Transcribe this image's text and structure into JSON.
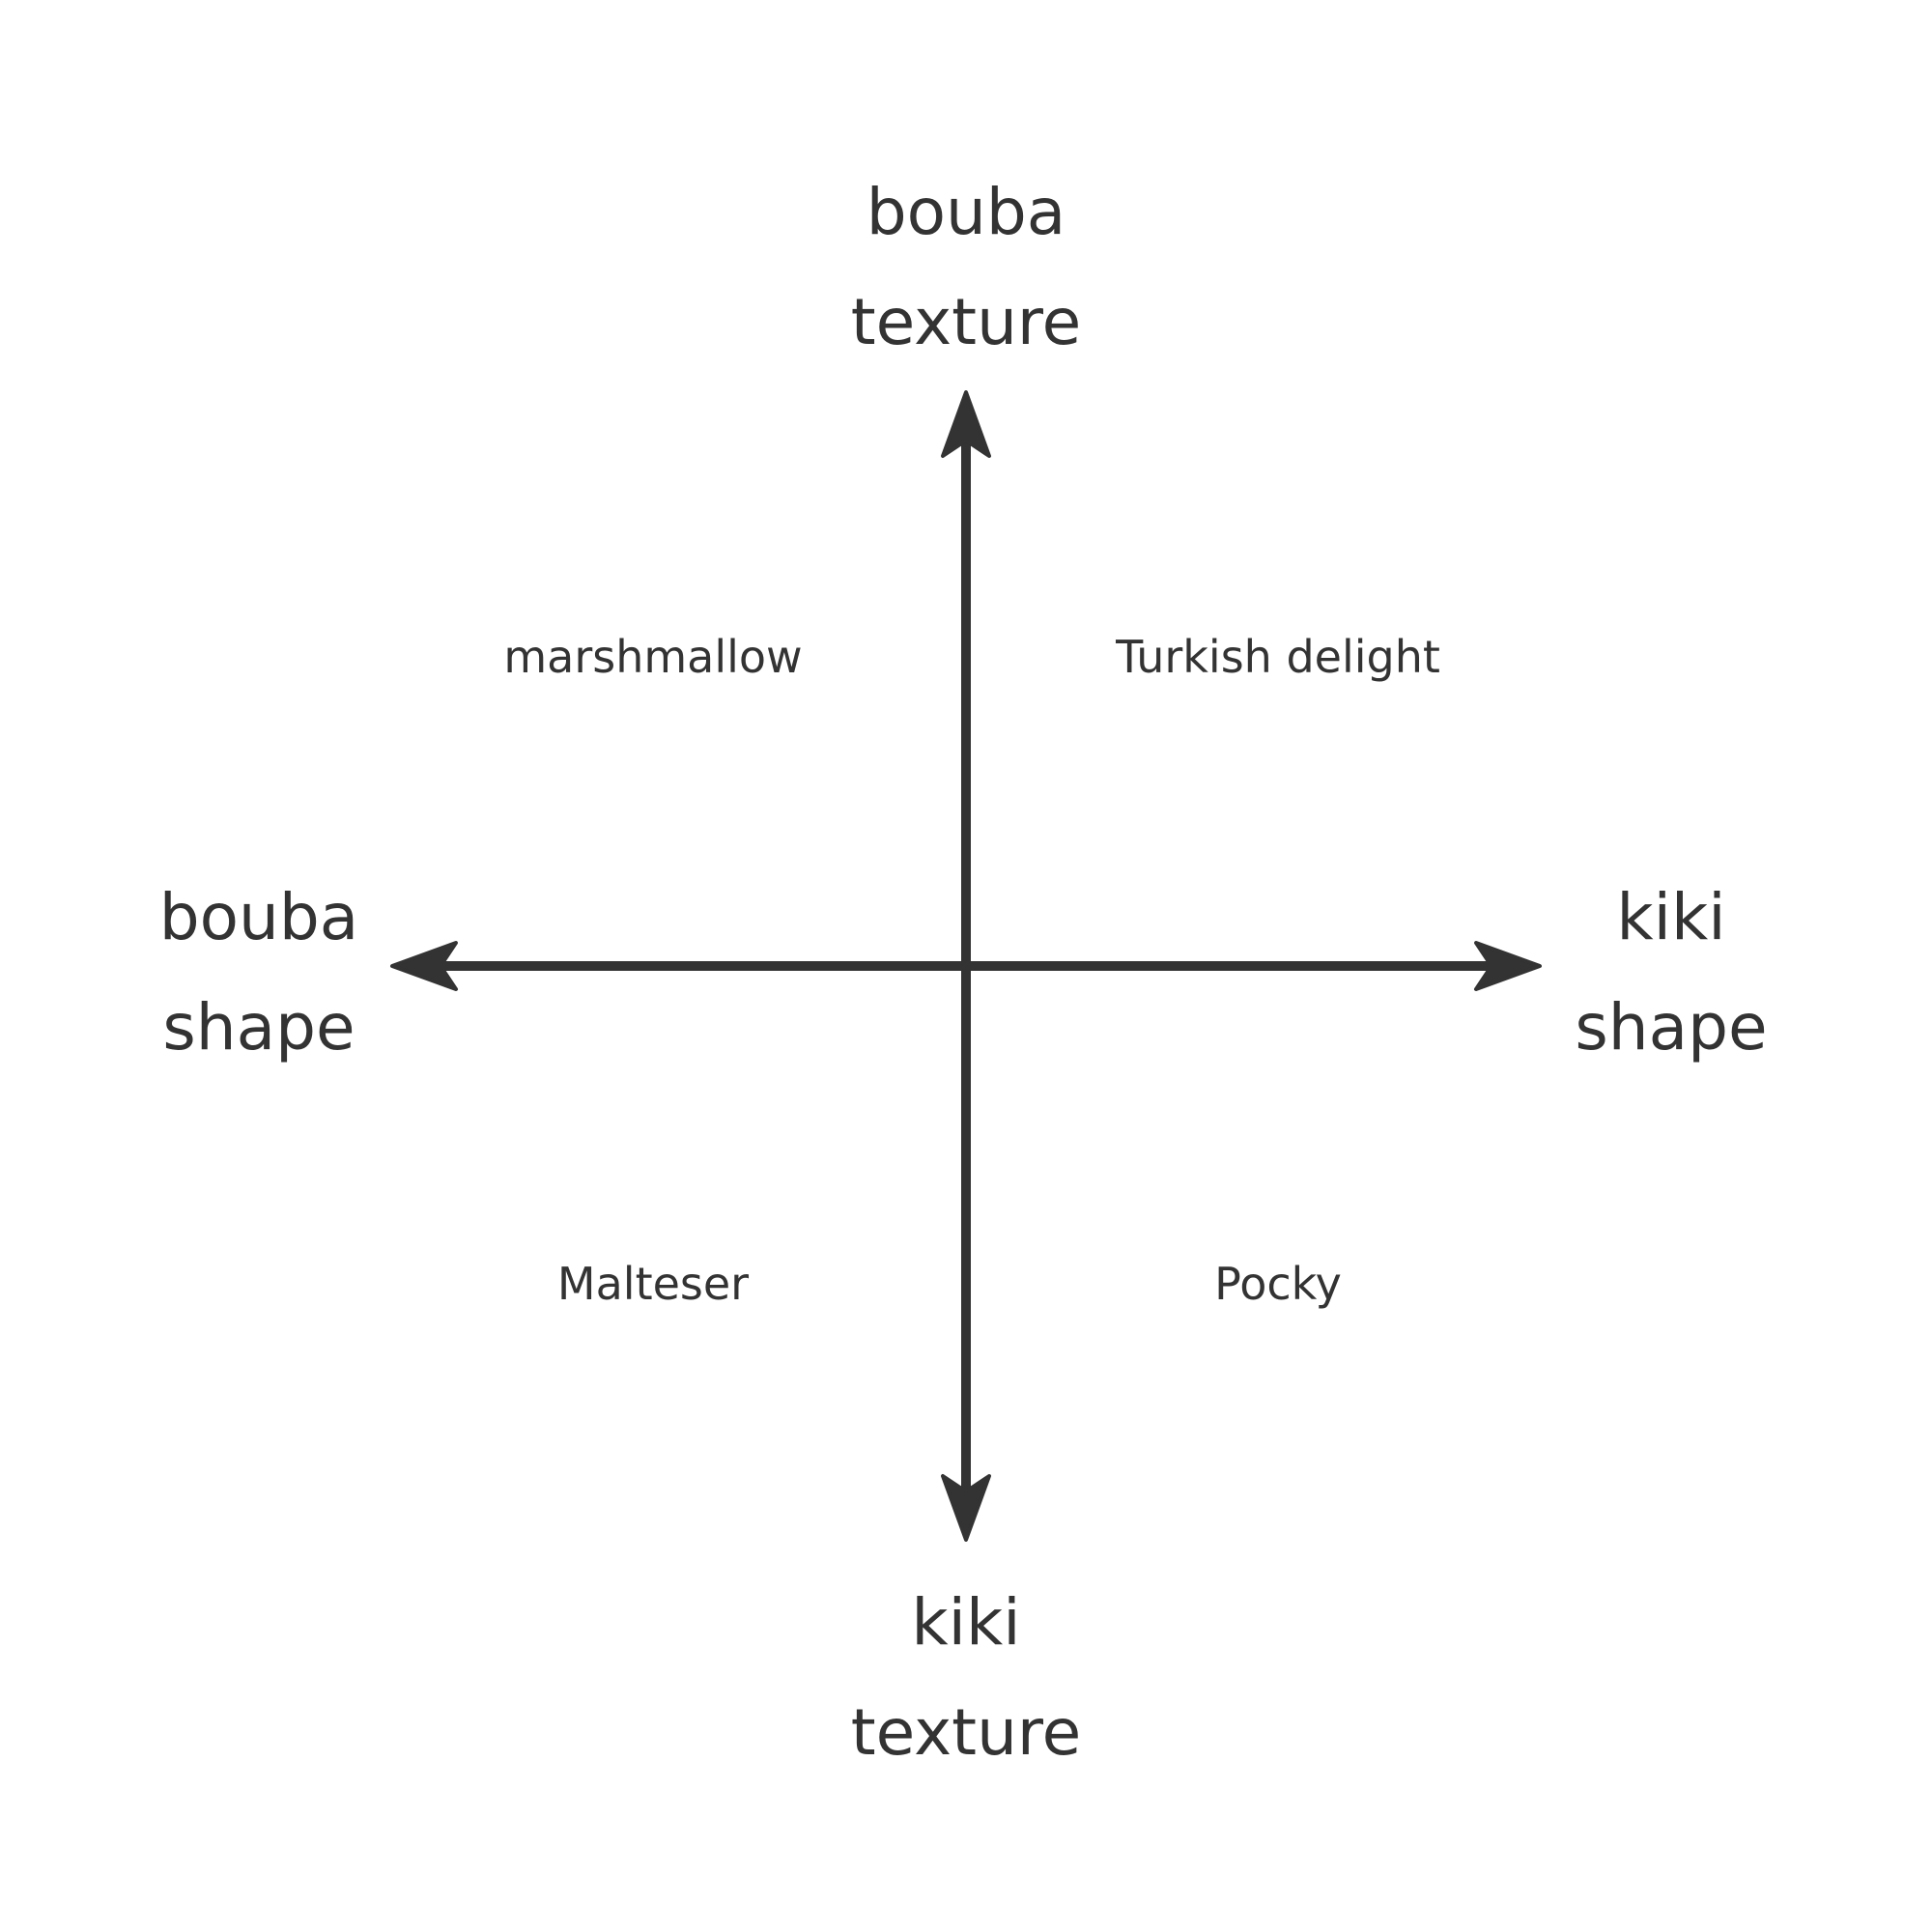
{
  "colors": {
    "ink": "#333333",
    "background": "#ffffff"
  },
  "axes": {
    "top": {
      "line1": "bouba",
      "line2": "texture"
    },
    "bottom": {
      "line1": "kiki",
      "line2": "texture"
    },
    "left": {
      "line1": "bouba",
      "line2": "shape"
    },
    "right": {
      "line1": "kiki",
      "line2": "shape"
    }
  },
  "quadrants": {
    "top_left": "marshmallow",
    "top_right": "Turkish delight",
    "bottom_left": "Malteser",
    "bottom_right": "Pocky"
  }
}
